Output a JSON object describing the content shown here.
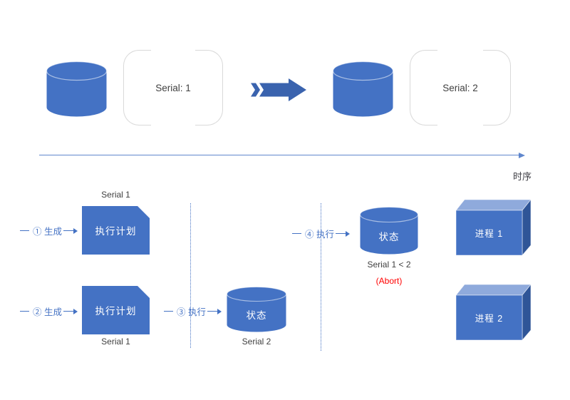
{
  "colors": {
    "accent": "#4472C4",
    "cube-top": "#8FAADC",
    "cube-side": "#2F5597",
    "text-dark": "#404040",
    "abort-red": "#FF0000",
    "bracket-border": "#D9D9D9"
  },
  "top_row": {
    "serial1_label": "Serial: 1",
    "serial2_label": "Serial: 2"
  },
  "timeline": {
    "label": "时序"
  },
  "steps": {
    "gen1": "① 生成",
    "gen2": "② 生成",
    "exec3": "③ 执行",
    "exec4": "④ 执行"
  },
  "plans": {
    "plan1_title": "执行计划",
    "plan1_serial": "Serial 1",
    "plan2_title": "执行计划",
    "plan2_serial": "Serial 1"
  },
  "states": {
    "abort_title": "状态",
    "abort_serial": "Serial 1 < 2",
    "abort_note": "(Abort)",
    "ok_title": "状态",
    "ok_serial": "Serial 2"
  },
  "processes": {
    "p1": "进程 1",
    "p2": "进程 2"
  }
}
